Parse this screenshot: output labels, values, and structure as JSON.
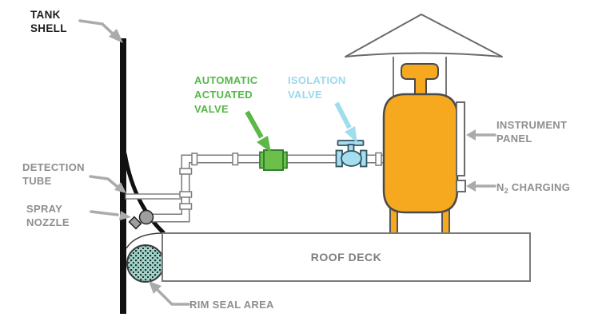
{
  "diagram": {
    "labels": {
      "tank_shell": "TANK\nSHELL",
      "detection_tube": "DETECTION\nTUBE",
      "spray_nozzle": "SPRAY\nNOZZLE",
      "rim_seal_area": "RIM SEAL AREA",
      "automatic_valve": "AUTOMATIC\nACTUATED\nVALVE",
      "isolation_valve": "ISOLATION\nVALVE",
      "instrument_panel": "INSTRUMENT\nPANEL",
      "n2_charging": {
        "prefix": "N",
        "sub": "2",
        "rest": " CHARGING"
      },
      "roof_deck": "ROOF DECK"
    },
    "colors": {
      "label_gray": "#8e8e8e",
      "label_black": "#1d1d1d",
      "green_accent": "#55b747",
      "green_valve_fill": "#6cbf4b",
      "cyan_accent": "#99d9ec",
      "cyan_valve_fill": "#a5def0",
      "tank_yellow": "#f6a91f",
      "rim_seal_teal": "#9fd3ca",
      "pipe_outline": "#7a7a7a",
      "arrow_gray": "#ababab",
      "shell_black": "#111111"
    }
  }
}
